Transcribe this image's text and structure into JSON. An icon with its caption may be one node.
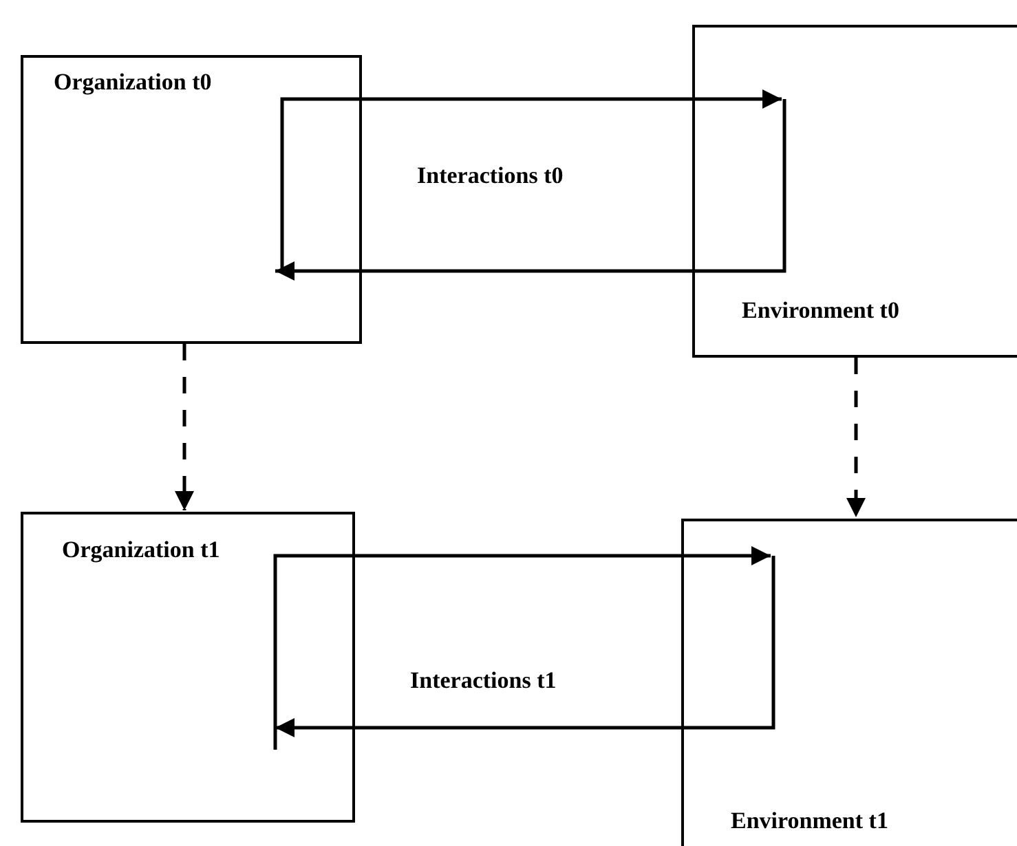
{
  "diagram": {
    "nodes": [
      {
        "text": [
          "Organization t0"
        ]
      },
      {
        "text": [
          "Environment t0"
        ]
      },
      {
        "text": [
          "Organization t1"
        ]
      },
      {
        "text": [
          "Environment t1"
        ]
      }
    ],
    "edges": [
      {
        "from": 0,
        "to": 1,
        "arrow": "to"
      },
      {
        "from": 1,
        "to": 0,
        "arrow": "to"
      },
      {
        "from": 0,
        "to": 2,
        "arrow": "to",
        "style": "dashed"
      },
      {
        "from": 1,
        "to": 3,
        "arrow": "to",
        "style": "dashed"
      },
      {
        "from": 2,
        "to": 3,
        "arrow": "to"
      },
      {
        "from": 3,
        "to": 2,
        "arrow": "to"
      }
    ],
    "labels": [
      "Interactions t0",
      "Interactions t1"
    ]
  }
}
